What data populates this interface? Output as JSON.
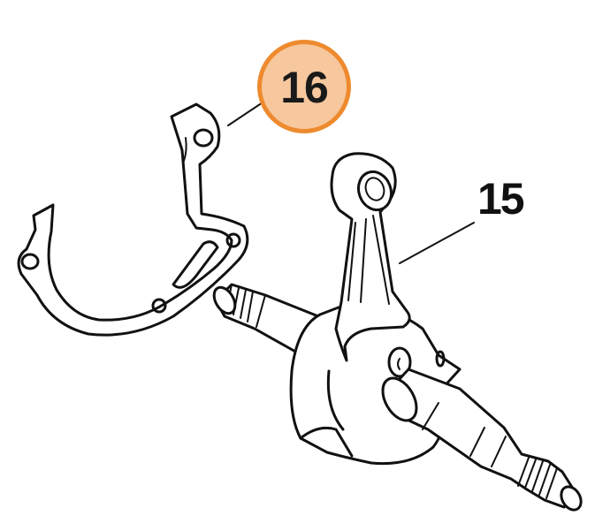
{
  "callouts": {
    "gasket": {
      "number": "16",
      "style": "highlighted"
    },
    "crankshaft": {
      "number": "15",
      "style": "plain"
    }
  },
  "colors": {
    "highlight_fill": "#f7c79d",
    "highlight_border": "#ee8a2e",
    "ink": "#111111",
    "background": "#ffffff"
  },
  "parts": [
    "gasket",
    "crankshaft-with-connecting-rod"
  ]
}
